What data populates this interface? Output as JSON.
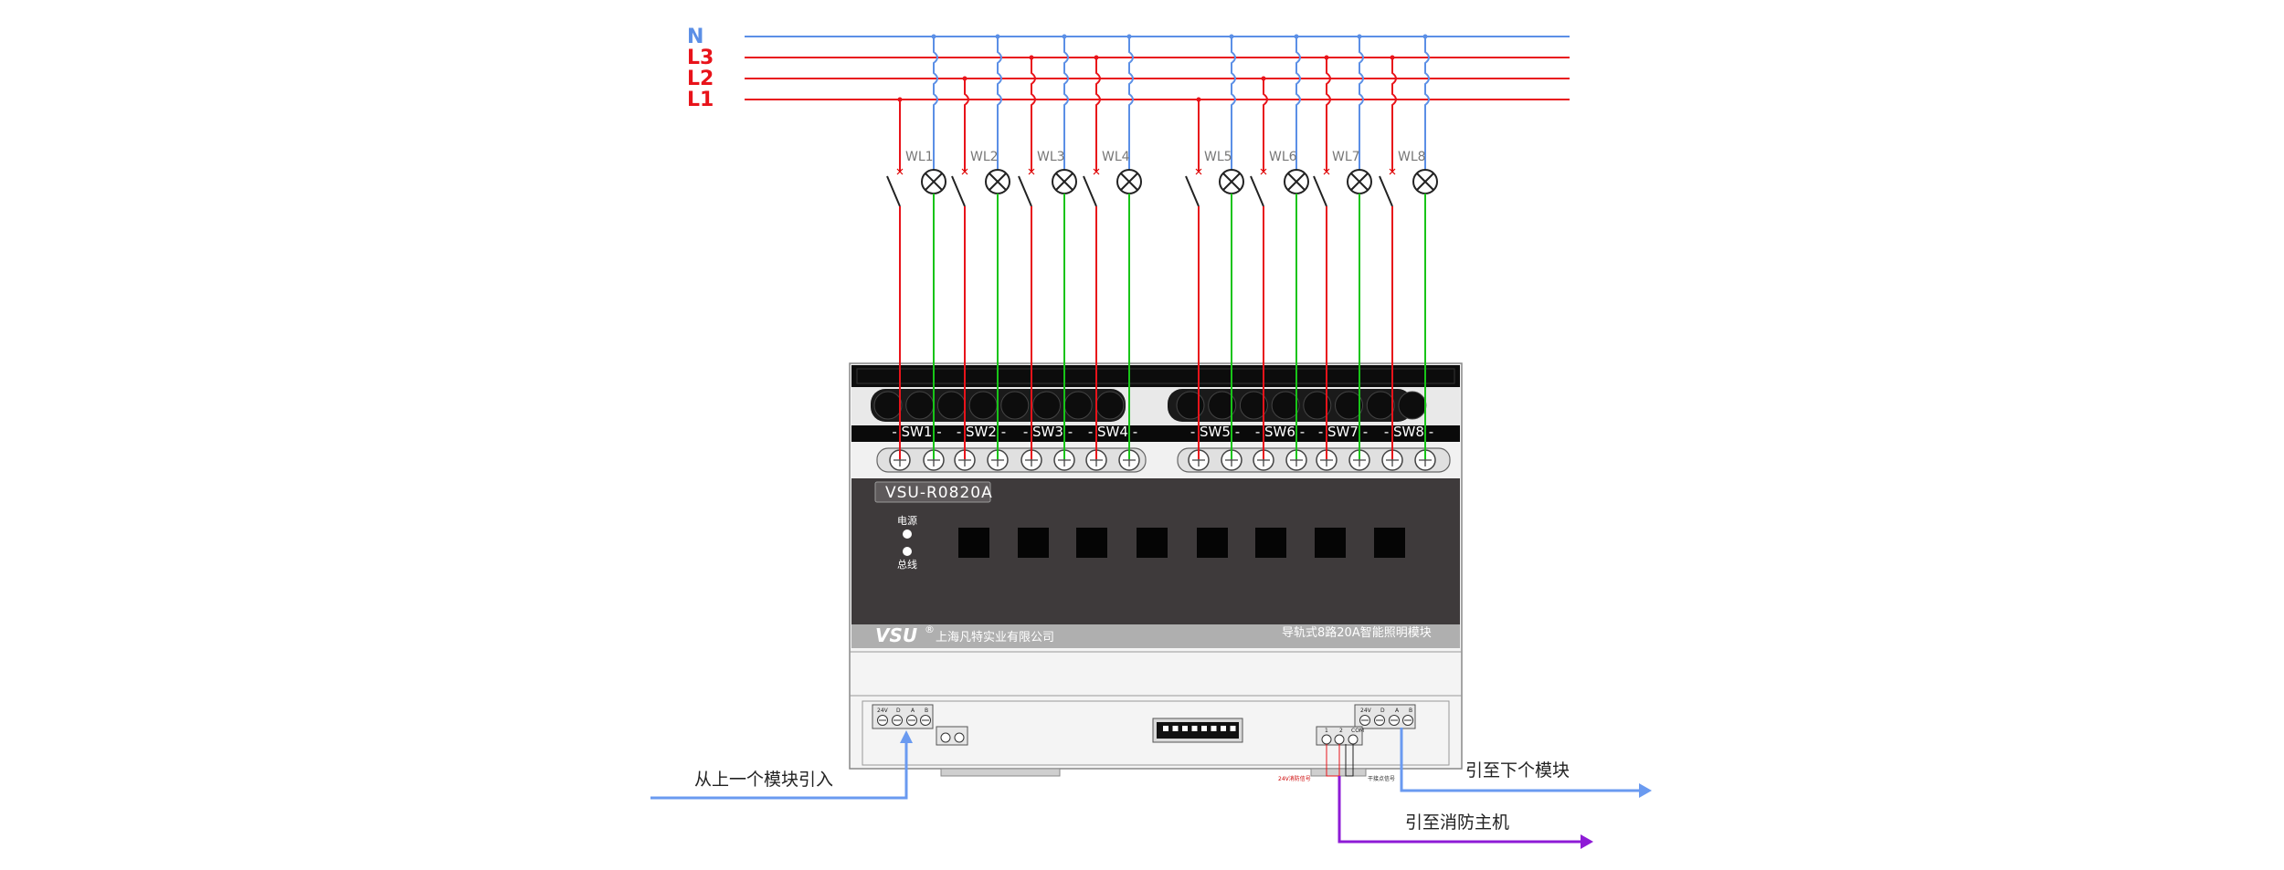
{
  "colors": {
    "neutral": "#5b8fe6",
    "phase": "#e8131a",
    "load": "#18c418",
    "device": "#3e3a3b",
    "control_bus": "#6a9af0",
    "fire": "#8e1bd6"
  },
  "buses": [
    "N",
    "L3",
    "L2",
    "L1"
  ],
  "channels": [
    {
      "id": "WL1",
      "switch": "SW1"
    },
    {
      "id": "WL2",
      "switch": "SW2"
    },
    {
      "id": "WL3",
      "switch": "SW3"
    },
    {
      "id": "WL4",
      "switch": "SW4"
    },
    {
      "id": "WL5",
      "switch": "SW5"
    },
    {
      "id": "WL6",
      "switch": "SW6"
    },
    {
      "id": "WL7",
      "switch": "SW7"
    },
    {
      "id": "WL8",
      "switch": "SW8"
    }
  ],
  "device": {
    "model": "VSU-R0820A",
    "indicator_power": "电源",
    "indicator_bus": "总线",
    "brand": "VSU",
    "brand_mark": "®",
    "company": "上海凡特实业有限公司",
    "product": "导轨式8路20A智能照明模块"
  },
  "terminals": {
    "left_labels": [
      "24V",
      "D",
      "A",
      "B"
    ],
    "right_labels": [
      "24V",
      "D",
      "A",
      "B"
    ],
    "fire_labels": [
      "1",
      "2",
      "COM"
    ],
    "fire_signal_left": "24V消防信号",
    "fire_signal_right": "干接点信号"
  },
  "routes": {
    "from_previous": "从上一个模块引入",
    "to_next": "引至下个模块",
    "to_fire_host": "引至消防主机"
  }
}
